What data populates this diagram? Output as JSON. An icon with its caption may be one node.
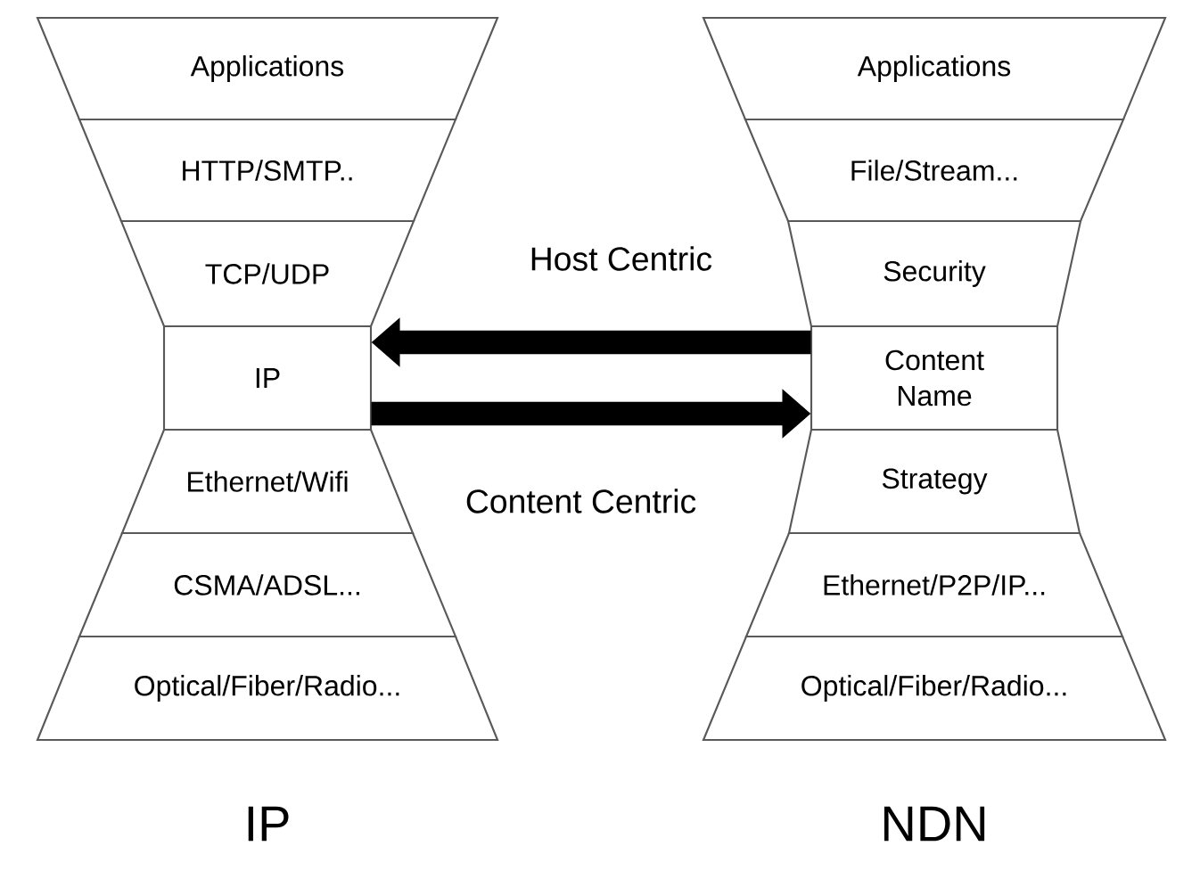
{
  "diagram": {
    "nodes": [
      {
        "text": [
          "Applications"
        ]
      },
      {
        "text": [
          "HTTP/SMTP.."
        ]
      },
      {
        "text": [
          "TCP/UDP"
        ]
      },
      {
        "text": [
          "IP"
        ]
      },
      {
        "text": [
          "Ethernet/Wifi"
        ]
      },
      {
        "text": [
          "CSMA/ADSL..."
        ]
      },
      {
        "text": [
          "Optical/Fiber/Radio..."
        ]
      },
      {
        "text": [
          "Applications"
        ]
      },
      {
        "text": [
          "File/Stream..."
        ]
      },
      {
        "text": [
          "Security"
        ]
      },
      {
        "text": [
          "Content Name"
        ]
      },
      {
        "text": [
          "Strategy"
        ]
      },
      {
        "text": [
          "Ethernet/P2P/IP..."
        ]
      },
      {
        "text": [
          "Optical/Fiber/Radio..."
        ]
      }
    ],
    "edges": [
      {
        "from": 10,
        "to": 3,
        "arrow": "to",
        "label": "Host Centric"
      },
      {
        "from": 3,
        "to": 10,
        "arrow": "to",
        "label": "Content Centric"
      }
    ],
    "labels": [
      "IP",
      "NDN"
    ]
  }
}
